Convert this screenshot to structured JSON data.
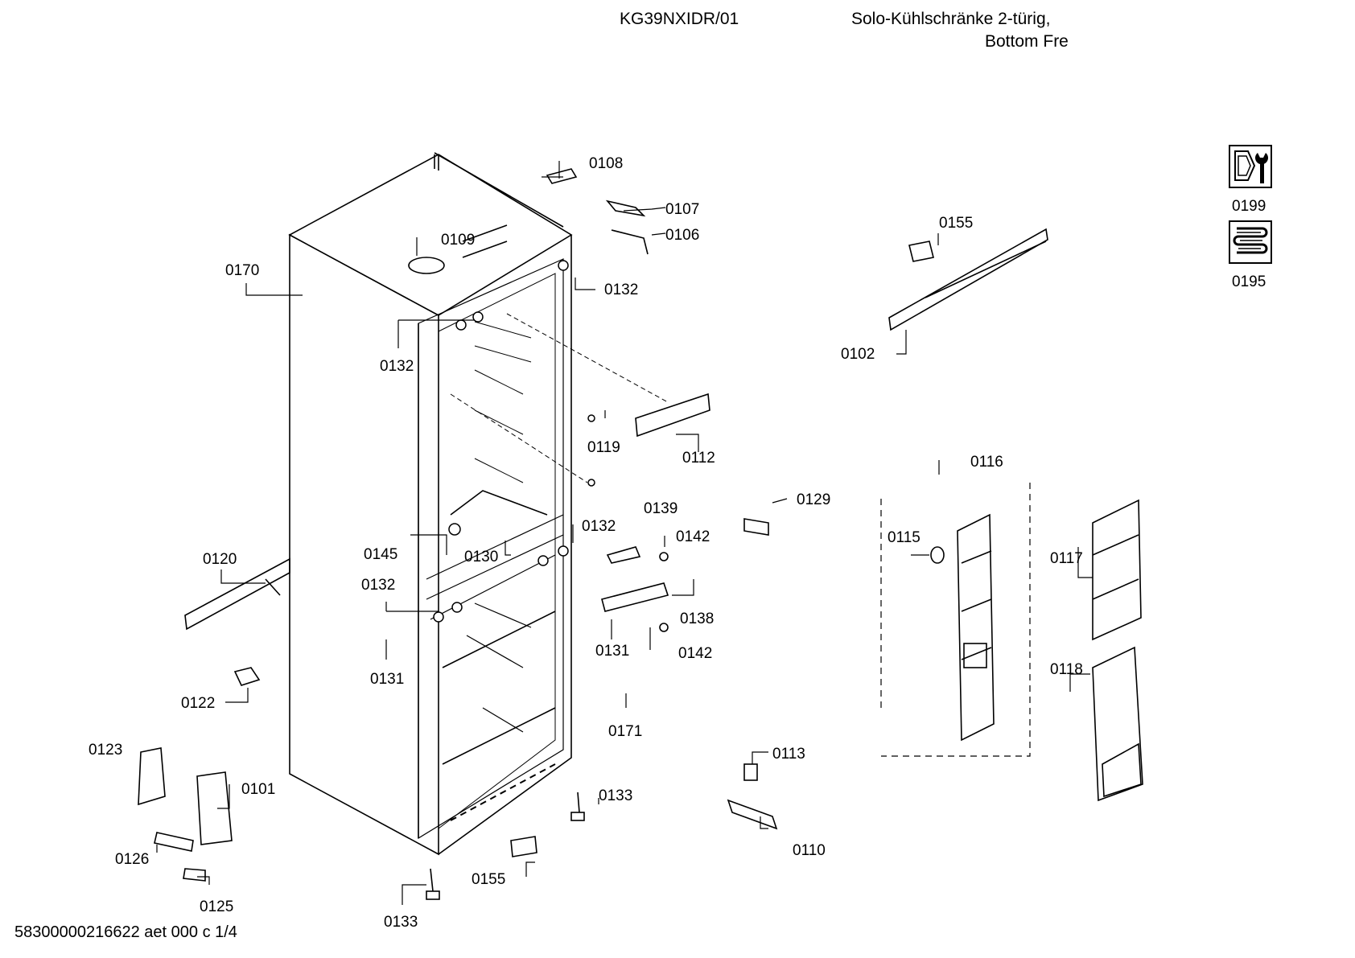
{
  "header": {
    "model": "KG39NXIDR/01",
    "description_line1": "Solo-Kühlschränke 2-türig,",
    "description_line2": "Bottom Fre"
  },
  "footer": {
    "doc_id": "58300000216622 aet 000 c 1/4"
  },
  "icons": [
    {
      "id": "0199",
      "name": "service-wrench-icon"
    },
    {
      "id": "0195",
      "name": "refrigeration-coil-icon"
    }
  ],
  "labels": [
    "0108",
    "0107",
    "0106",
    "0109",
    "0170",
    "0132",
    "0132",
    "0132",
    "0132",
    "0155",
    "0102",
    "0119",
    "0112",
    "0116",
    "0139",
    "0129",
    "0115",
    "0117",
    "0120",
    "0145",
    "0130",
    "0142",
    "0138",
    "0131",
    "0142",
    "0131",
    "0118",
    "0122",
    "0171",
    "0113",
    "0123",
    "0101",
    "0133",
    "0110",
    "0126",
    "0155",
    "0125",
    "0133"
  ]
}
